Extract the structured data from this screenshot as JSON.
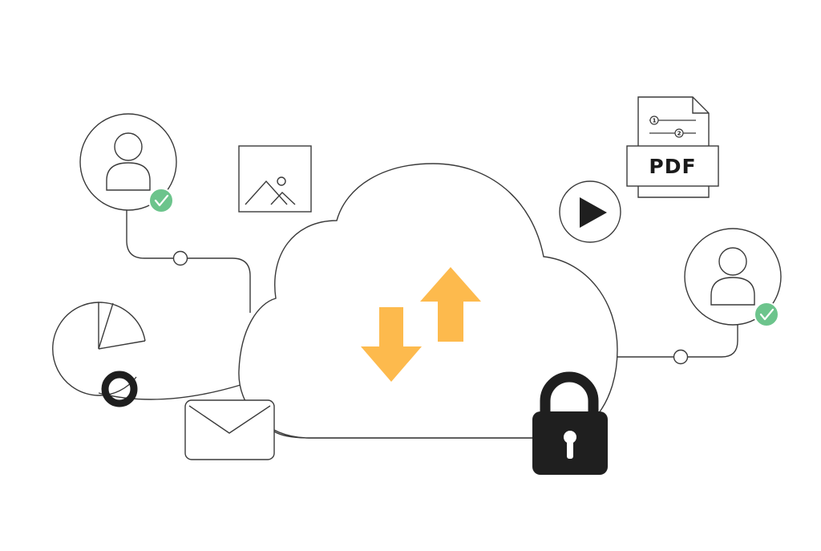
{
  "diagram": {
    "pdf_document": {
      "label": "PDF",
      "steps": [
        "1",
        "2"
      ]
    },
    "colors": {
      "stroke": "#3a3a3a",
      "arrow": "#FDBA4D",
      "check_badge": "#6CC48C",
      "lock": "#1f1f1f"
    },
    "icons": [
      "cloud-icon",
      "upload-arrow-icon",
      "download-arrow-icon",
      "padlock-icon",
      "user-avatar-icon",
      "checkmark-icon",
      "image-icon",
      "play-icon",
      "pdf-file-icon",
      "pie-chart-icon",
      "donut-chart-icon",
      "email-envelope-icon"
    ]
  }
}
